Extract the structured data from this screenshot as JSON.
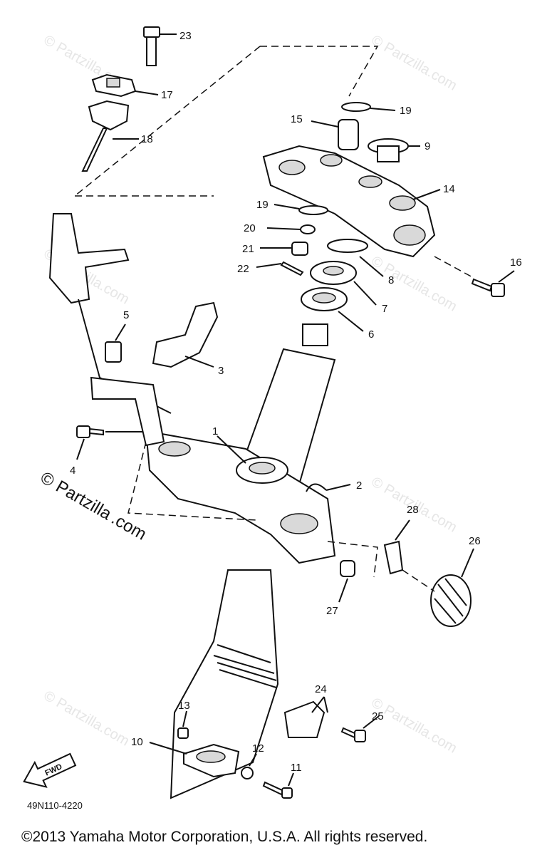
{
  "watermark": {
    "small": "© Partzilla.com",
    "main_symbol": "©",
    "main_line1": "Partzilla",
    "main_line2": ".com"
  },
  "diagram_code": "49N110-4220",
  "fwd_label": "FWD",
  "copyright": "©2013  Yamaha Motor Corporation, U.S.A. All rights reserved.",
  "callouts": {
    "c1": "1",
    "c2": "2",
    "c3": "3",
    "c4": "4",
    "c5": "5",
    "c6": "6",
    "c7": "7",
    "c8": "8",
    "c9": "9",
    "c10": "10",
    "c11": "11",
    "c12": "12",
    "c13": "13",
    "c14": "14",
    "c15": "15",
    "c16": "16",
    "c17": "17",
    "c18": "18",
    "c19a": "19",
    "c19b": "19",
    "c20": "20",
    "c21": "21",
    "c22": "22",
    "c23": "23",
    "c24": "24",
    "c25": "25",
    "c26": "26",
    "c27": "27",
    "c28": "28"
  }
}
